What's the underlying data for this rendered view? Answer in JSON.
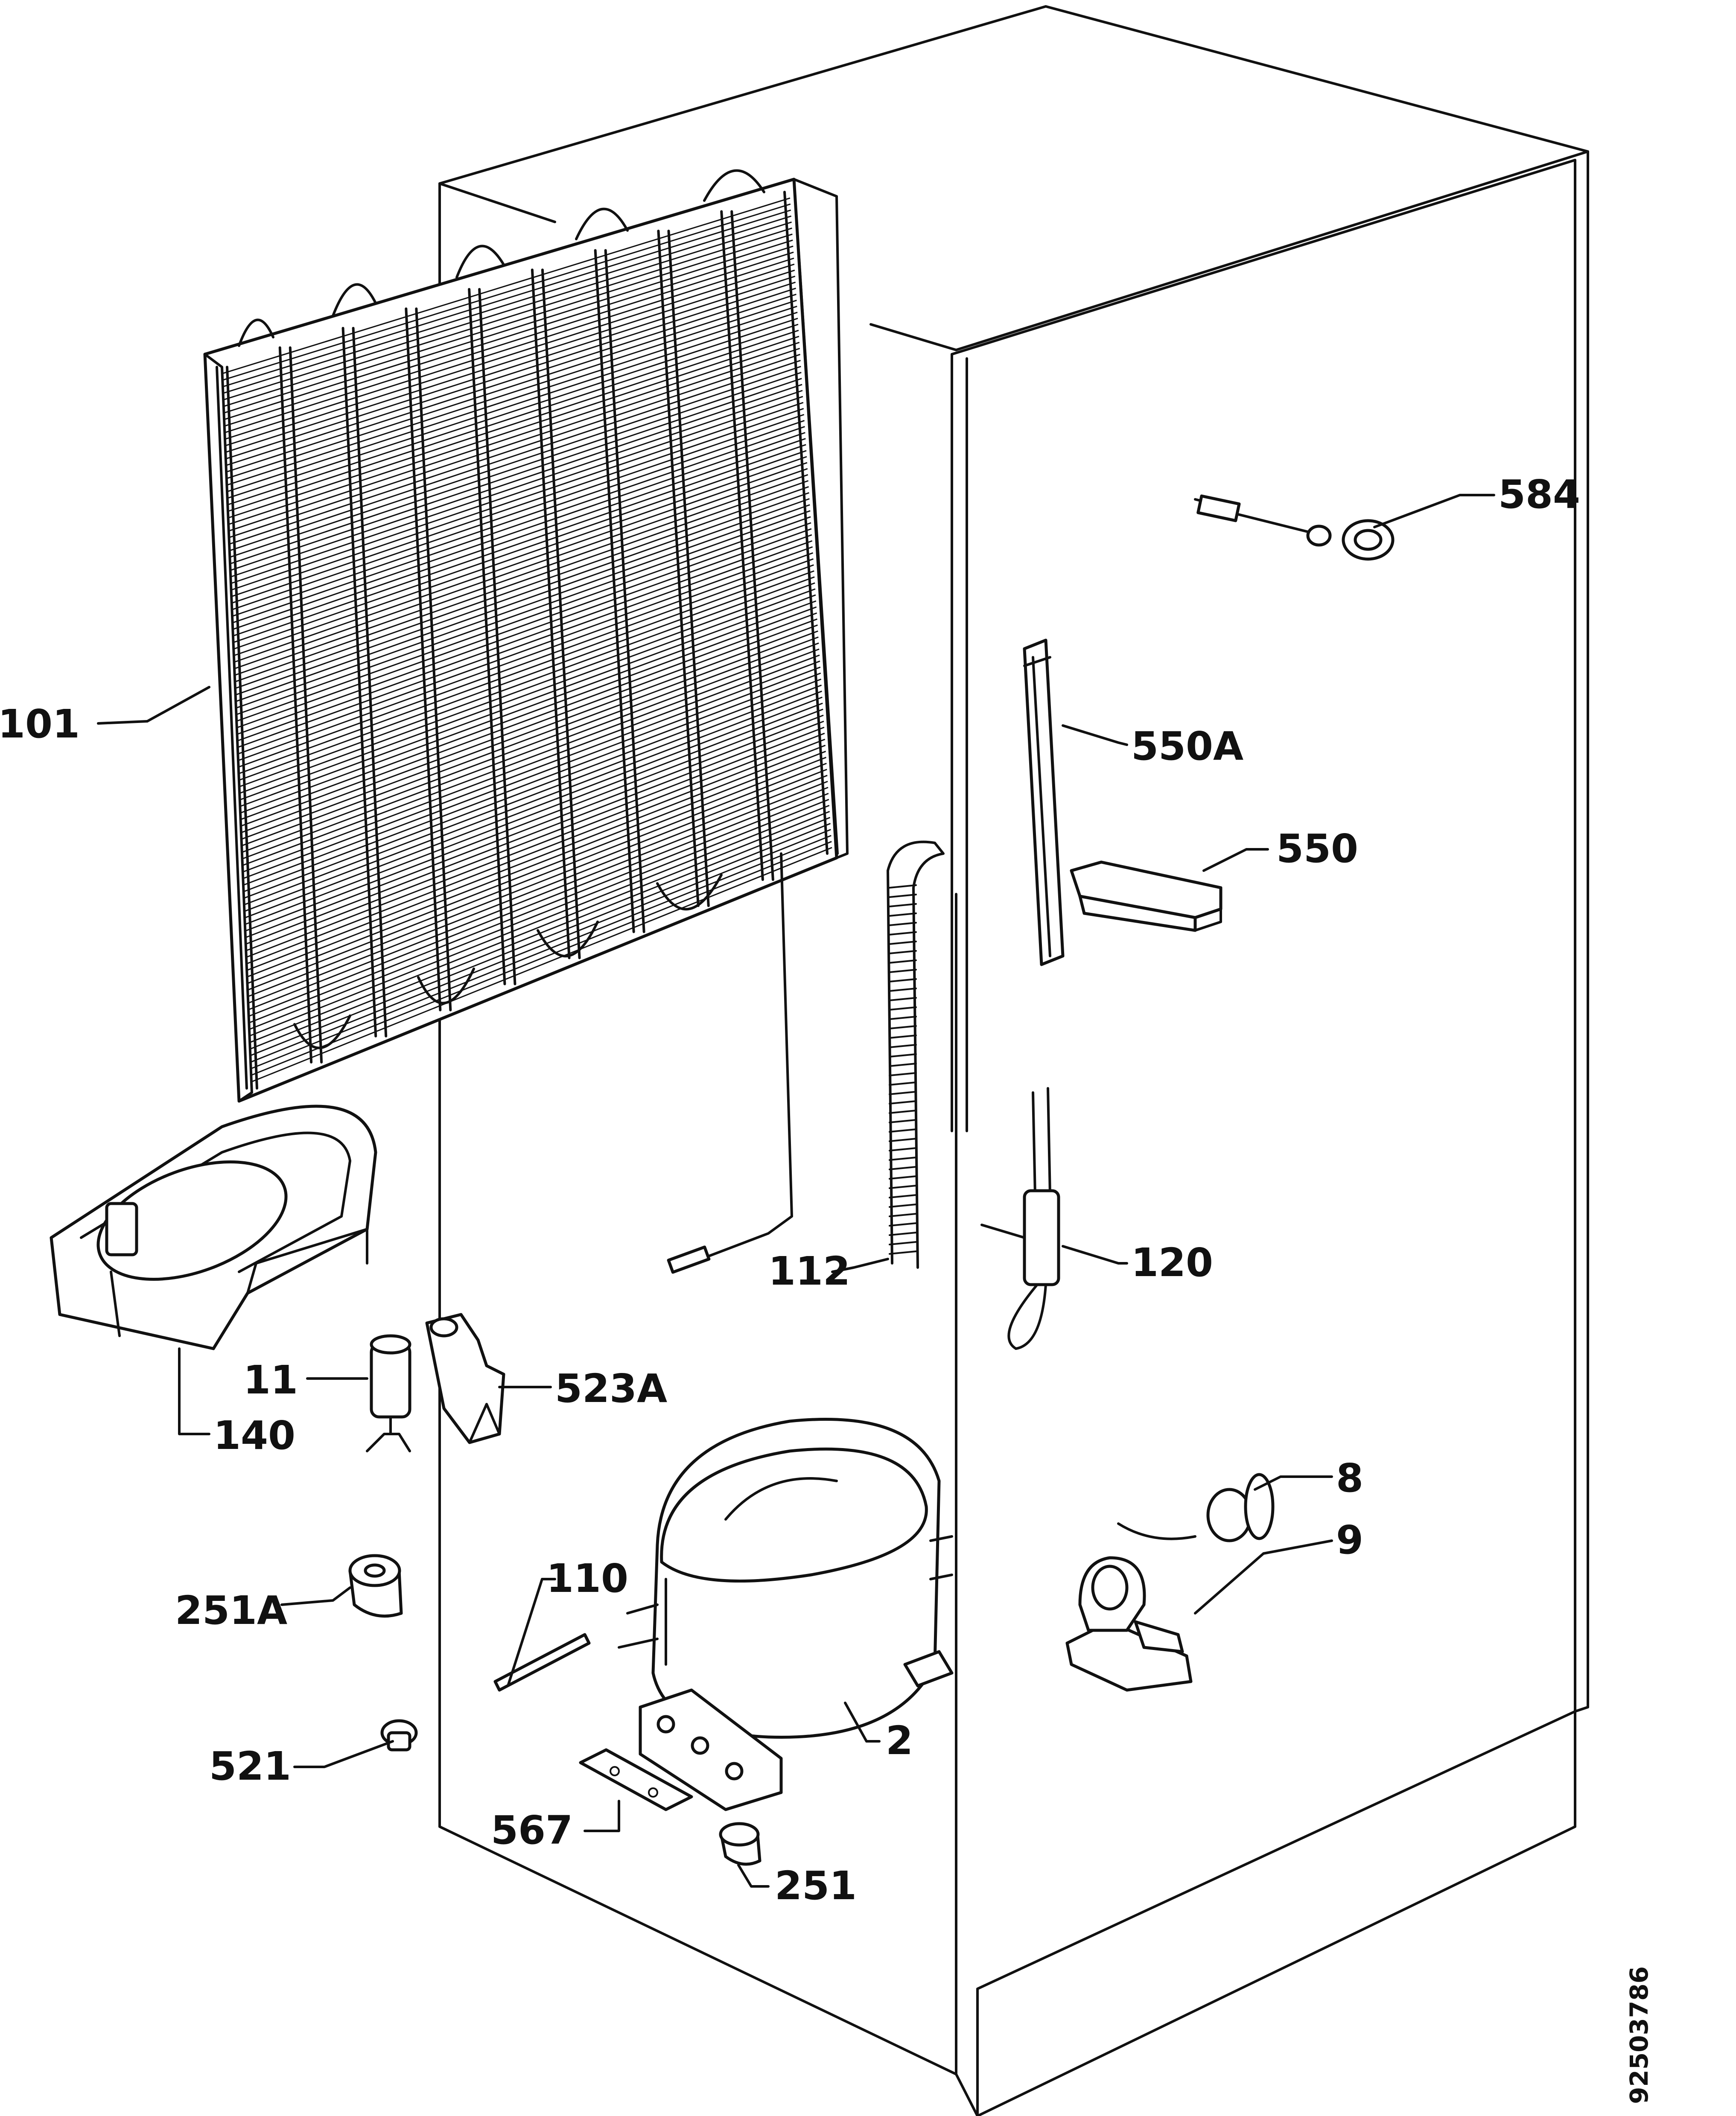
{
  "diagram": {
    "labels": {
      "l101": "101",
      "l584": "584",
      "l550A": "550A",
      "l550": "550",
      "l112": "112",
      "l120": "120",
      "l11": "11",
      "l523A": "523A",
      "l140": "140",
      "l8": "8",
      "l9": "9",
      "l110": "110",
      "l251A": "251A",
      "l2": "2",
      "l521": "521",
      "l567": "567",
      "l251": "251"
    },
    "document_number": "92503786"
  }
}
